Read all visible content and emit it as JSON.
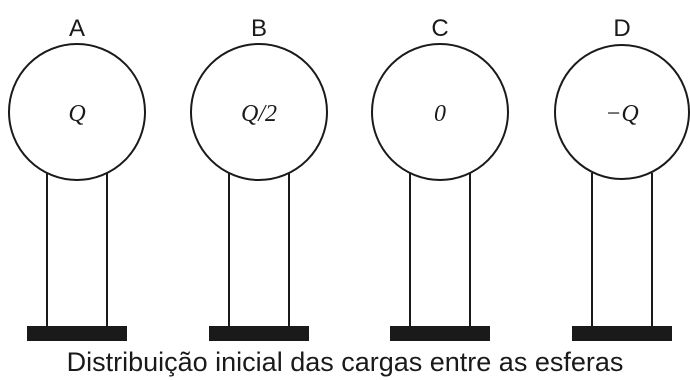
{
  "caption": "Distribuição inicial das cargas entre as esferas",
  "spheres": [
    {
      "letter": "A",
      "charge": "Q"
    },
    {
      "letter": "B",
      "charge": "Q/2"
    },
    {
      "letter": "C",
      "charge": "0"
    },
    {
      "letter": "D",
      "charge": "−Q"
    }
  ],
  "colors": {
    "ink": "#1a1a1a",
    "background": "#ffffff"
  }
}
